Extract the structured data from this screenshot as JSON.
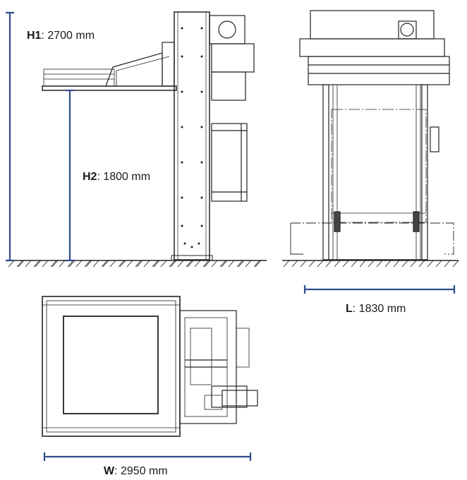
{
  "dimensions": {
    "h1": {
      "key": "H1",
      "value": ": 2700 mm"
    },
    "h2": {
      "key": "H2",
      "value": ": 1800 mm"
    },
    "l": {
      "key": "L",
      "value": ": 1830 mm"
    },
    "w": {
      "key": "W",
      "value": ": 2950 mm"
    }
  },
  "colors": {
    "dimension_line": "#2e4c8c",
    "drawing_line": "#222222",
    "ground_hatch": "#333333"
  }
}
